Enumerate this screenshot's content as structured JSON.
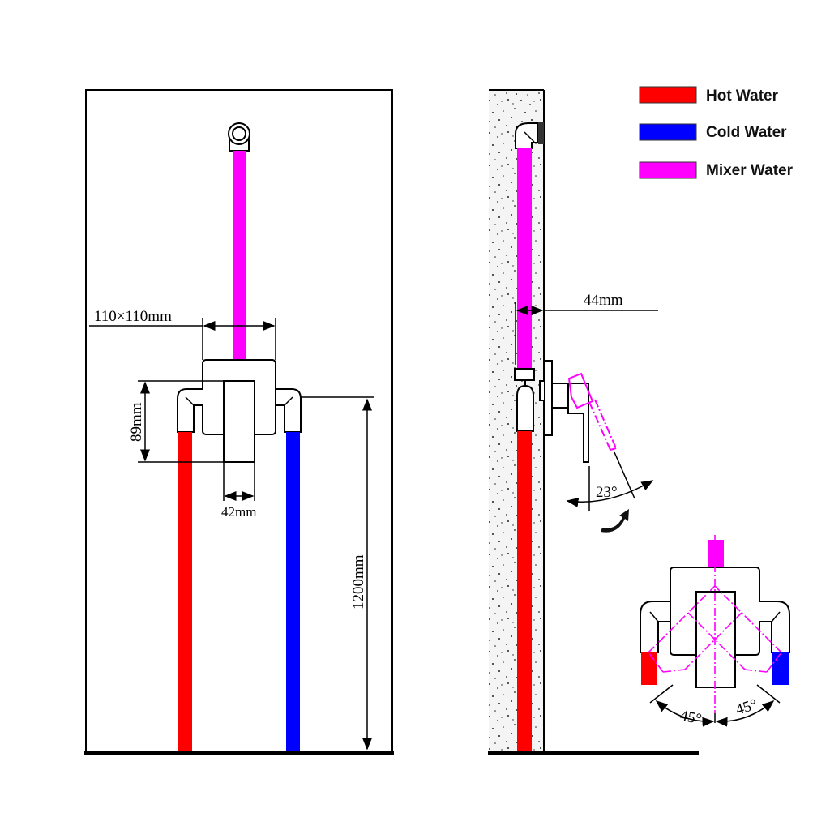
{
  "legend": {
    "items": [
      {
        "label": "Hot Water",
        "color": "#ff0000"
      },
      {
        "label": "Cold Water",
        "color": "#0000ff"
      },
      {
        "label": "Mixer Water",
        "color": "#ff00ff"
      }
    ]
  },
  "front_view": {
    "dimensions": {
      "plate_size": "110×110mm",
      "body_height": "89mm",
      "handle_width": "42mm",
      "install_height": "1200mm"
    }
  },
  "side_view": {
    "dimensions": {
      "wall_depth": "44mm",
      "handle_angle": "23°"
    }
  },
  "detail_view": {
    "dimensions": {
      "left_angle": "45°",
      "right_angle": "45°"
    }
  },
  "colors": {
    "hot": "#ff0000",
    "cold": "#0000ff",
    "mixer": "#ff00ff",
    "line": "#000000"
  }
}
